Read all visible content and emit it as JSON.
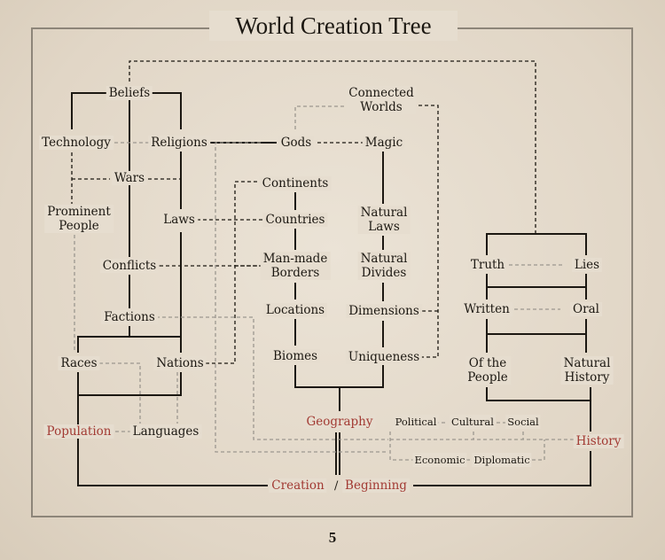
{
  "title": "World Creation Tree",
  "page_number": "5",
  "colors": {
    "ink": "#1c1812",
    "accent_red": "#a23a33",
    "gray_link": "#9c978f",
    "paper": "#e4dacb"
  },
  "nodes": {
    "beliefs": "Beliefs",
    "technology": "Technology",
    "religions": "Religions",
    "gods": "Gods",
    "magic": "Magic",
    "connected_worlds": "Connected\nWorlds",
    "wars": "Wars",
    "prominent_people": "Prominent\nPeople",
    "laws": "Laws",
    "continents": "Continents",
    "countries": "Countries",
    "natural_laws": "Natural\nLaws",
    "conflicts": "Conflicts",
    "manmade_borders": "Man-made\nBorders",
    "natural_divides": "Natural\nDivides",
    "locations": "Locations",
    "dimensions": "Dimensions",
    "factions": "Factions",
    "races": "Races",
    "nations": "Nations",
    "biomes": "Biomes",
    "uniqueness": "Uniqueness",
    "truth": "Truth",
    "lies": "Lies",
    "written": "Written",
    "oral": "Oral",
    "of_the_people": "Of the\nPeople",
    "natural_history": "Natural\nHistory",
    "population": "Population",
    "languages": "Languages",
    "geography": "Geography",
    "political": "Political",
    "cultural": "Cultural",
    "social": "Social",
    "economic": "Economic",
    "diplomatic": "Diplomatic",
    "history": "History",
    "creation": "Creation",
    "beginning": "Beginning"
  },
  "separator": "/"
}
